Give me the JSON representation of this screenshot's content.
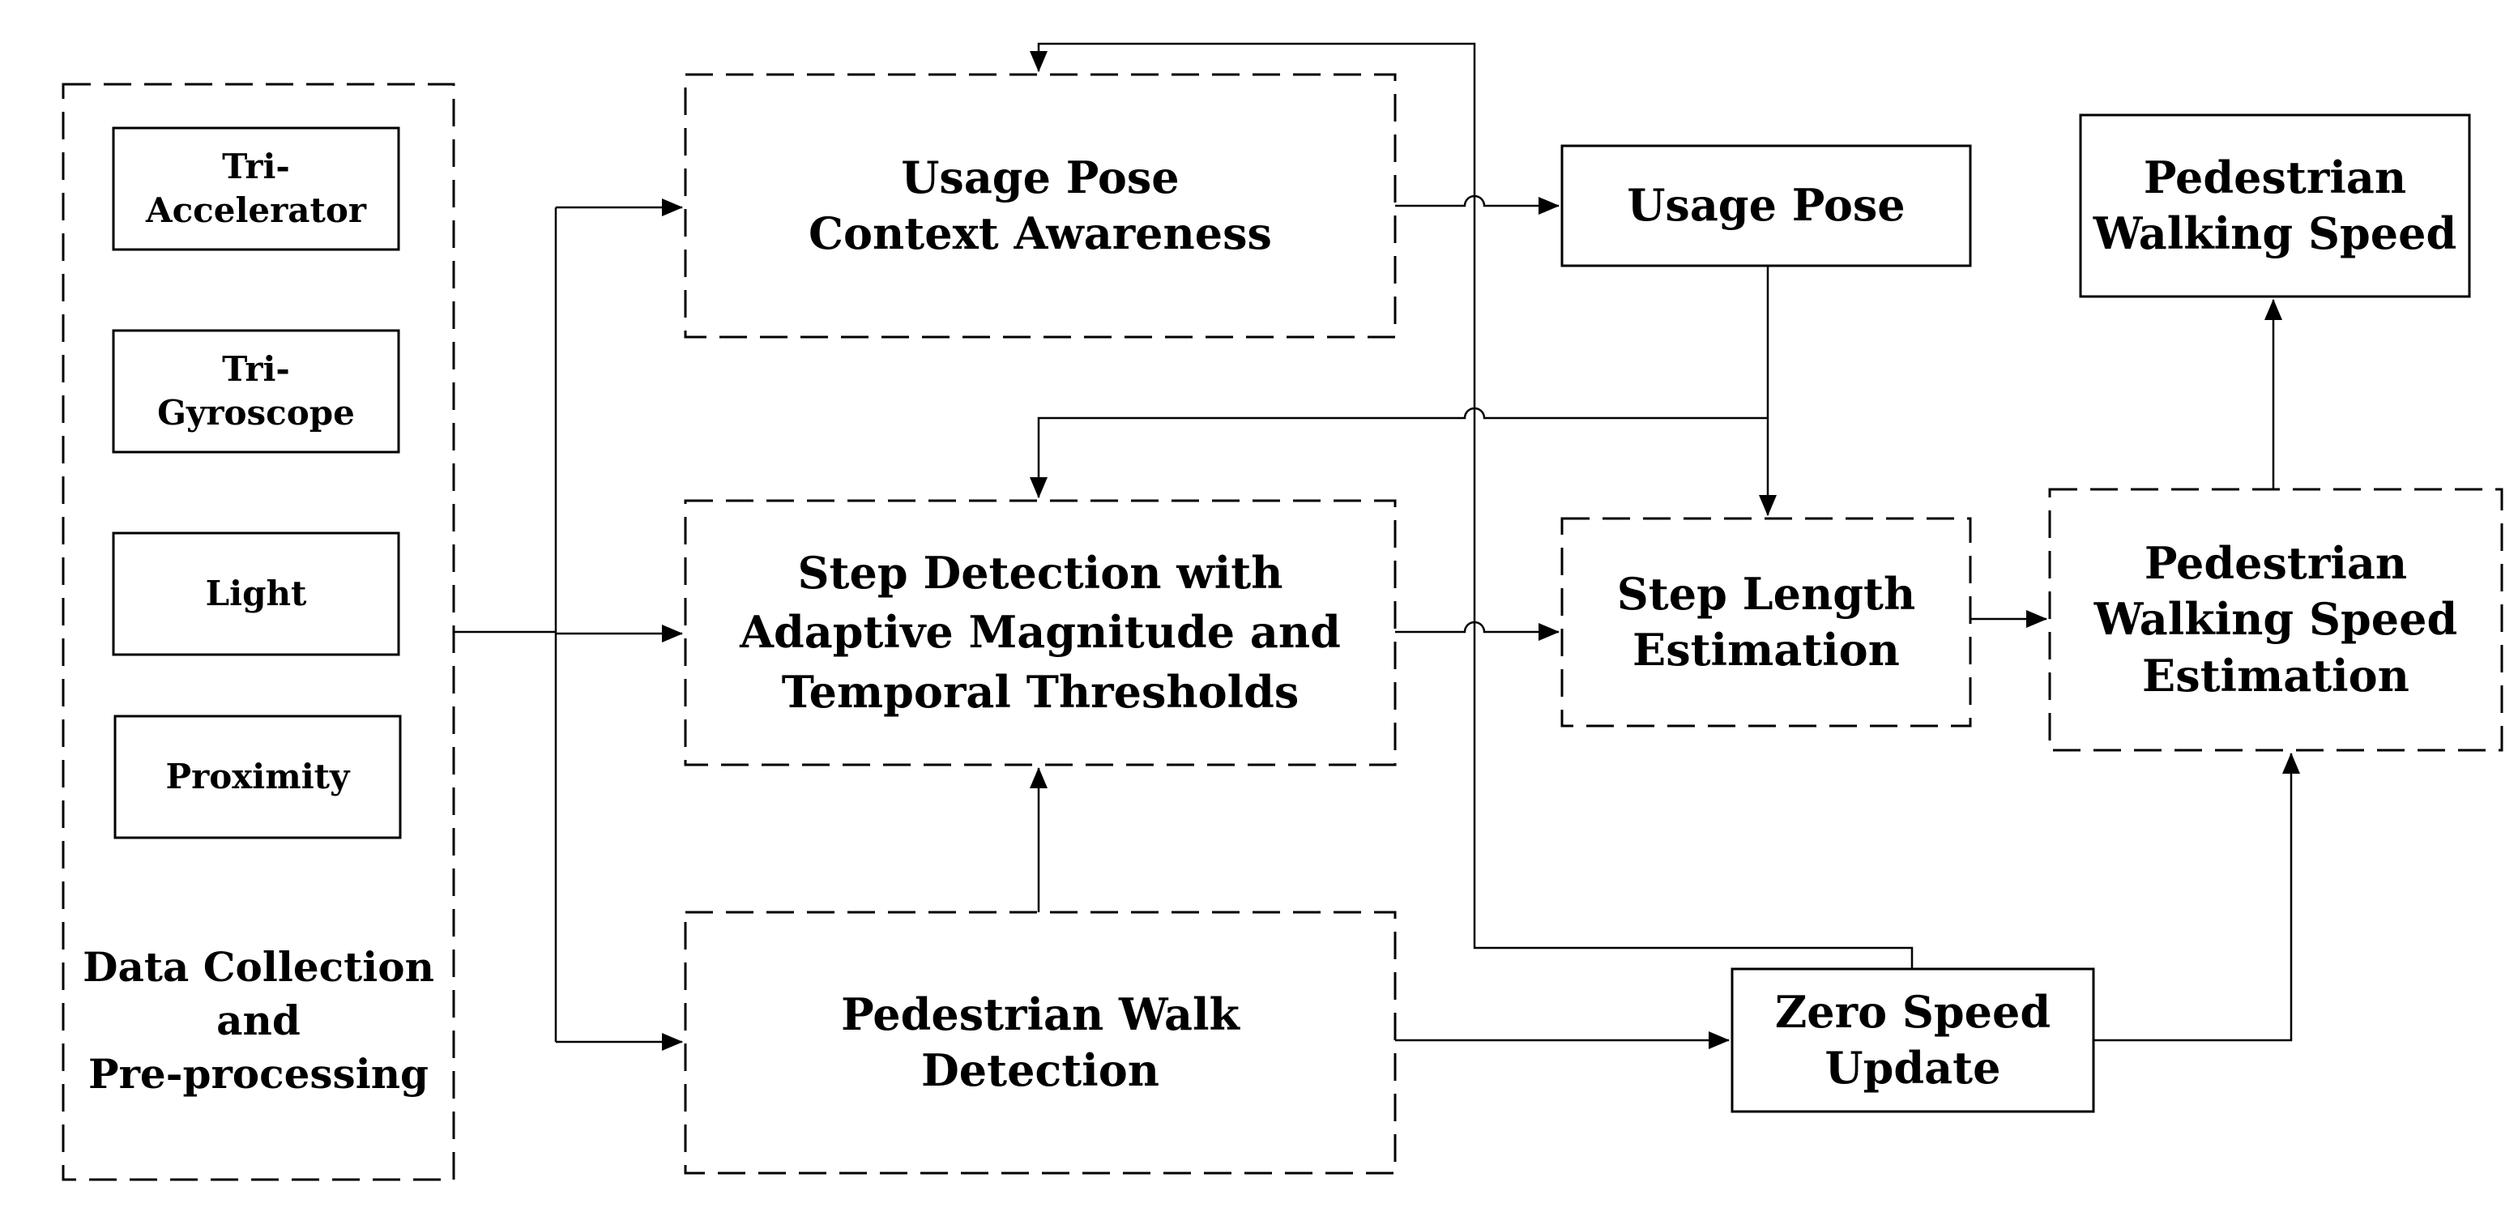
{
  "diagram": {
    "sensors": {
      "accelerometer": [
        "Tri-",
        "Accelerator"
      ],
      "gyroscope": [
        "Tri-",
        "Gyroscope"
      ],
      "light": [
        "Light"
      ],
      "proximity": [
        "Proximity"
      ]
    },
    "data_collection": [
      "Data Collection",
      "and",
      "Pre-processing"
    ],
    "usage_pose_context": [
      "Usage Pose",
      "Context Awareness"
    ],
    "step_detection": [
      "Step Detection with",
      "Adaptive Magnitude and",
      "Temporal Thresholds"
    ],
    "walk_detection": [
      "Pedestrian Walk",
      "Detection"
    ],
    "usage_pose": [
      "Usage Pose"
    ],
    "step_length": [
      "Step Length",
      "Estimation"
    ],
    "zero_speed": [
      "Zero Speed",
      "Update"
    ],
    "speed_estimation": [
      "Pedestrian",
      "Walking Speed",
      "Estimation"
    ],
    "walking_speed": [
      "Pedestrian",
      "Walking Speed"
    ]
  }
}
